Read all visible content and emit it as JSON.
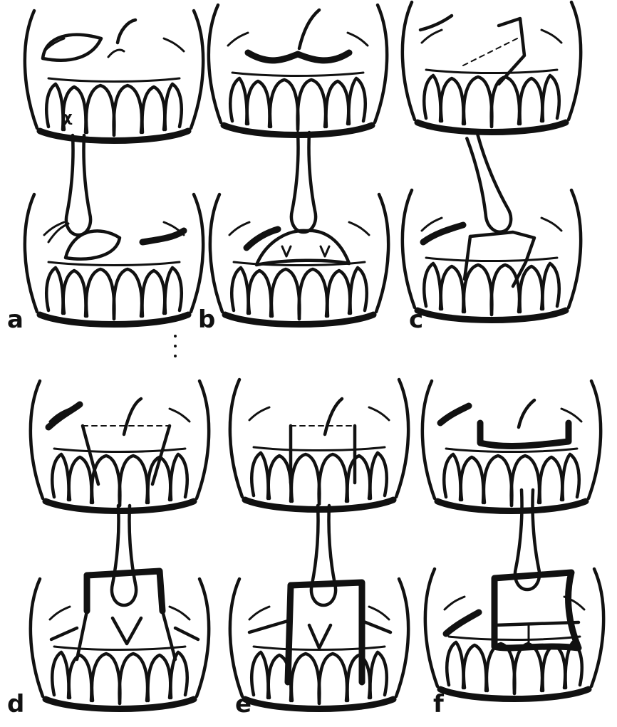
{
  "figure": {
    "panel_labels": [
      "a",
      "b",
      "c",
      "d",
      "e",
      "f"
    ]
  }
}
